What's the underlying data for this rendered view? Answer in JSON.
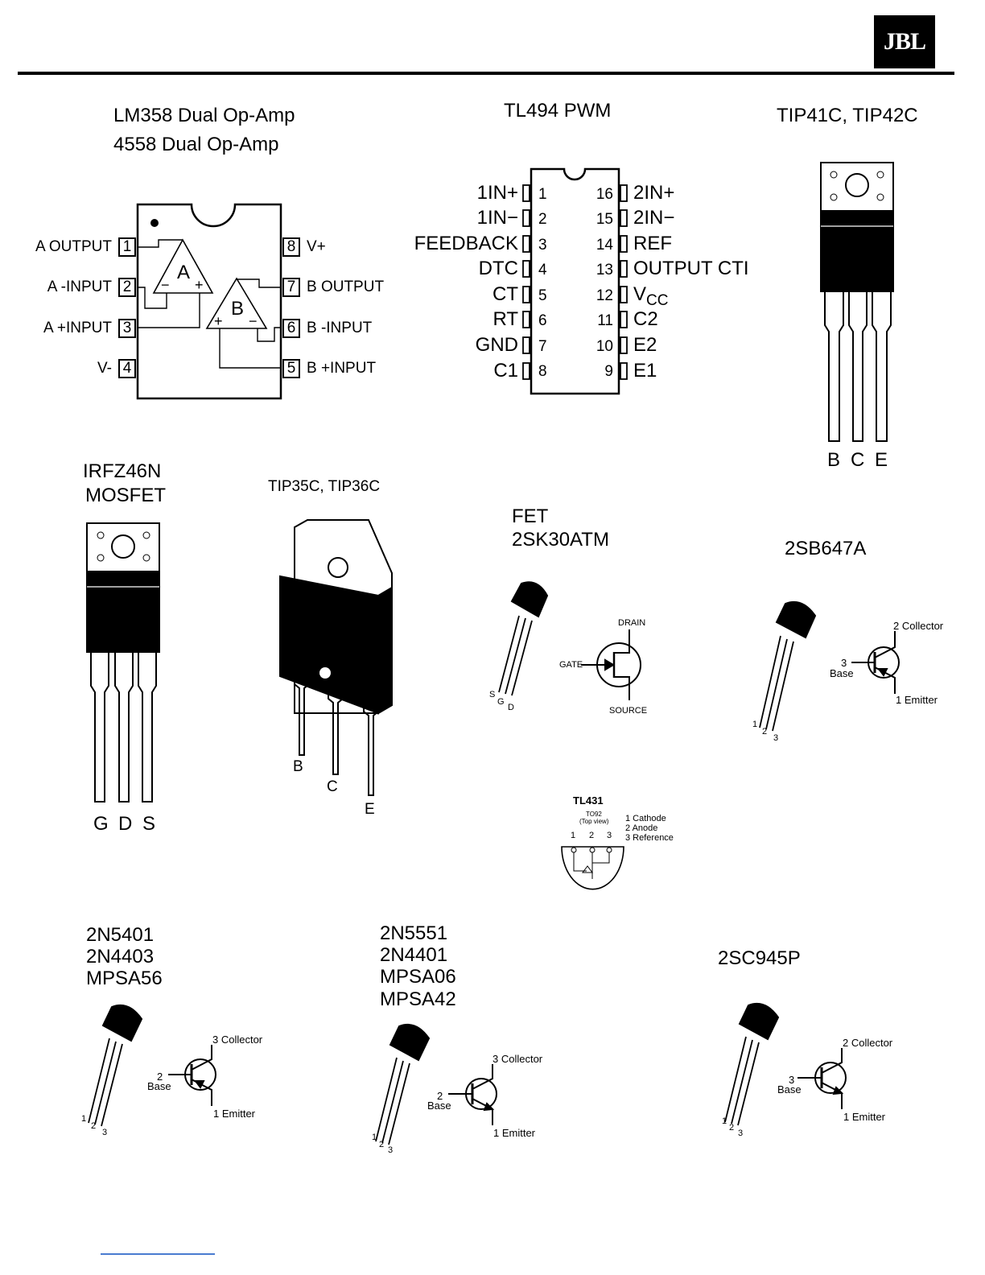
{
  "header": {
    "logo": "JBL"
  },
  "lm358": {
    "title1": "LM358 Dual Op-Amp",
    "title2": "4558 Dual Op-Amp",
    "left_pins": [
      {
        "num": "1",
        "label": "A OUTPUT"
      },
      {
        "num": "2",
        "label": "A -INPUT"
      },
      {
        "num": "3",
        "label": "A +INPUT"
      },
      {
        "num": "4",
        "label": "V-"
      }
    ],
    "right_pins": [
      {
        "num": "8",
        "label": "V+"
      },
      {
        "num": "7",
        "label": "B OUTPUT"
      },
      {
        "num": "6",
        "label": "B -INPUT"
      },
      {
        "num": "5",
        "label": "B +INPUT"
      }
    ],
    "amp_a": "A",
    "amp_b": "B",
    "minus": "−",
    "plus": "+"
  },
  "tl494": {
    "title": "TL494  PWM",
    "left_pins": [
      {
        "num": "1",
        "label": "1IN+"
      },
      {
        "num": "2",
        "label": "1IN−"
      },
      {
        "num": "3",
        "label": "FEEDBACK"
      },
      {
        "num": "4",
        "label": "DTC"
      },
      {
        "num": "5",
        "label": "CT"
      },
      {
        "num": "6",
        "label": "RT"
      },
      {
        "num": "7",
        "label": "GND"
      },
      {
        "num": "8",
        "label": "C1"
      }
    ],
    "right_pins": [
      {
        "num": "16",
        "label": "2IN+"
      },
      {
        "num": "15",
        "label": "2IN−"
      },
      {
        "num": "14",
        "label": "REF"
      },
      {
        "num": "13",
        "label": "OUTPUT CTI"
      },
      {
        "num": "12",
        "label": "V",
        "sub": "CC"
      },
      {
        "num": "11",
        "label": "C2"
      },
      {
        "num": "10",
        "label": "E2"
      },
      {
        "num": "9",
        "label": "E1"
      }
    ]
  },
  "tip41": {
    "title": "TIP41C, TIP42C",
    "pins": [
      "B",
      "C",
      "E"
    ]
  },
  "irfz46n": {
    "title1": "IRFZ46N",
    "title2": "MOSFET",
    "pins": [
      "G",
      "D",
      "S"
    ]
  },
  "tip35": {
    "title": "TIP35C, TIP36C",
    "pins": [
      "B",
      "C",
      "E"
    ]
  },
  "fet": {
    "title1": "FET",
    "title2": "2SK30ATM",
    "pins": [
      "S",
      "G",
      "D"
    ],
    "drain": "DRAIN",
    "gate": "GATE",
    "source": "SOURCE"
  },
  "tl431": {
    "title": "TL431",
    "package": "TO92",
    "view": "(Top view)",
    "pin_nums": [
      "1",
      "2",
      "3"
    ],
    "legend": [
      "1 Cathode",
      "2 Anode",
      "3 Reference"
    ]
  },
  "b647": {
    "title": "2SB647A",
    "pin_nums": [
      "1",
      "2",
      "3"
    ],
    "collector": "2 Collector",
    "base_num": "3",
    "base": "Base",
    "emitter": "1 Emitter"
  },
  "n5401": {
    "titles": [
      "2N5401",
      "2N4403",
      "MPSA56"
    ],
    "pin_nums": [
      "1",
      "2",
      "3"
    ],
    "collector": "3 Collector",
    "base_num": "2",
    "base": "Base",
    "emitter": "1 Emitter"
  },
  "n5551": {
    "titles": [
      "2N5551",
      "2N4401",
      "MPSA06",
      "MPSA42"
    ],
    "pin_nums": [
      "1",
      "2",
      "3"
    ],
    "collector": "3 Collector",
    "base_num": "2",
    "base": "Base",
    "emitter": "1 Emitter"
  },
  "c945": {
    "title": "2SC945P",
    "pin_nums": [
      "1",
      "2",
      "3"
    ],
    "collector": "2 Collector",
    "base_num": "3",
    "base": "Base",
    "emitter": "1 Emitter"
  }
}
